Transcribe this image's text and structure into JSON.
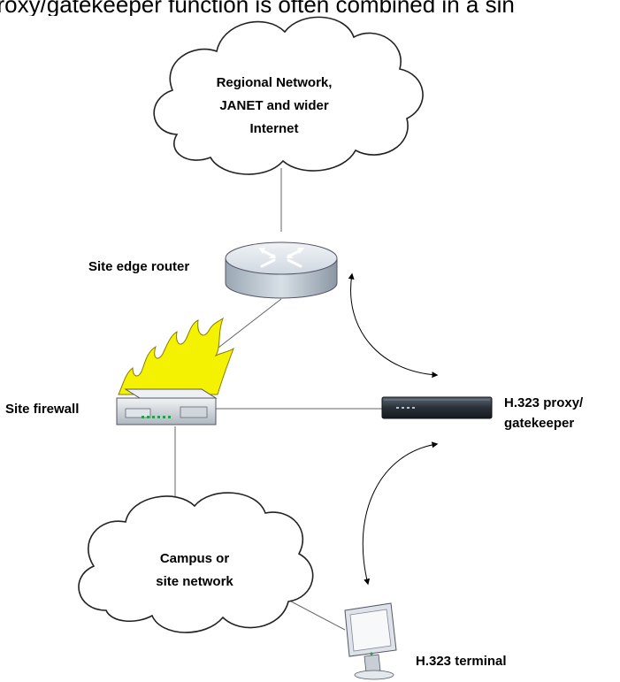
{
  "header_fragment": "proxy/gatekeeper function is often combined in a sin",
  "clouds": {
    "internet": [
      "Regional Network,",
      "JANET and wider",
      "Internet"
    ],
    "campus": [
      "Campus or",
      "site network"
    ]
  },
  "labels": {
    "router": "Site edge router",
    "firewall": "Site firewall",
    "proxy": [
      "H.323 proxy/",
      "gatekeeper"
    ],
    "terminal": "H.323 terminal"
  },
  "colors": {
    "flame_fill": "#f4f200",
    "cloud_stroke": "#222222",
    "router_fill": "#c9d2da",
    "proxy_fill": "#2a3038"
  }
}
